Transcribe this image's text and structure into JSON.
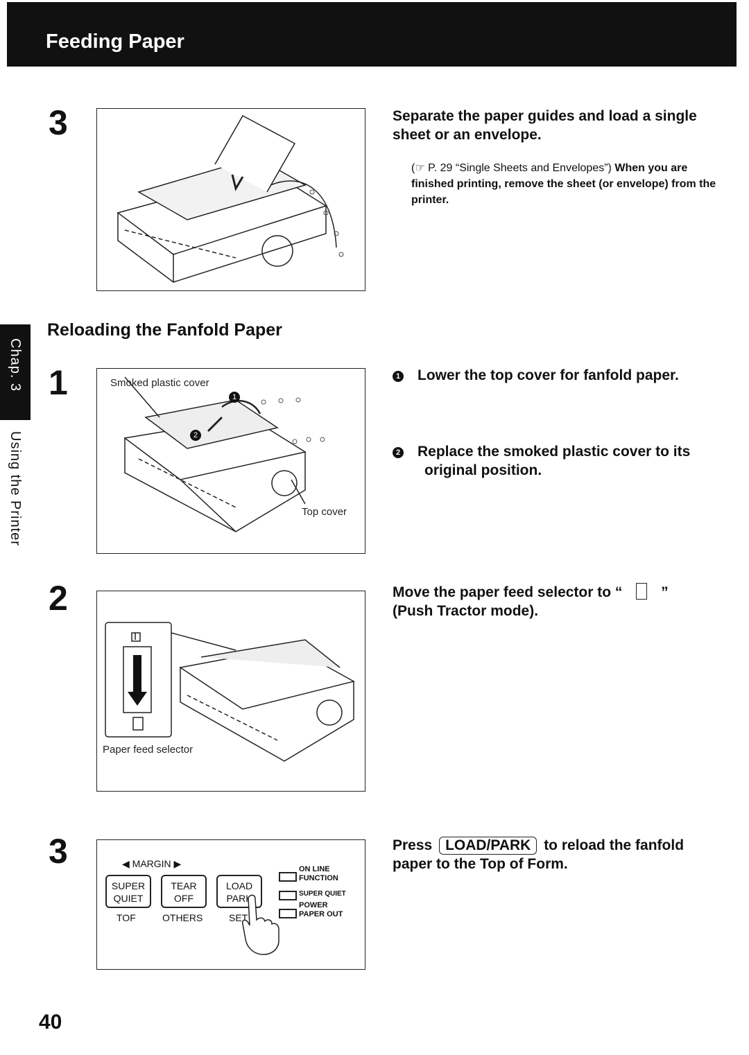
{
  "header": {
    "title": "Feeding Paper"
  },
  "side_tab": {
    "chapter": "Chap. 3",
    "section": "Using the Printer"
  },
  "top_step": {
    "number": "3",
    "instruction": "Separate the paper guides and load a single sheet or an envelope.",
    "reference": "(☞ P. 29 “Single Sheets and Envelopes”)",
    "note": "When you are finished printing, remove the sheet (or envelope) from the printer."
  },
  "reload_section": {
    "title": "Reloading the Fanfold Paper",
    "step1": {
      "number": "1",
      "fig_label_left": "Smoked plastic cover",
      "fig_label_right": "Top cover",
      "marker1": "1",
      "marker2": "2",
      "item1": "Lower the top cover for fanfold paper.",
      "item2_line1": "Replace the smoked plastic cover to its",
      "item2_line2": "original position."
    },
    "step2": {
      "number": "2",
      "fig_label": "Paper feed selector",
      "instruction_part1": "Move the paper feed selector to “",
      "instruction_part2": "”",
      "instruction_line2": "(Push Tractor mode)."
    },
    "step3": {
      "number": "3",
      "instruction_press": "Press",
      "key_label": "LOAD/PARK",
      "instruction_rest": "to reload the fanfold",
      "instruction_line2": "paper to the Top of Form.",
      "panel": {
        "margin_label": "◀ MARGIN ▶",
        "btn1_top": "SUPER",
        "btn1_bottom": "QUIET",
        "btn2_top": "TEAR",
        "btn2_bottom": "OFF",
        "btn3_top": "LOAD",
        "btn3_bottom": "PARK",
        "below1": "TOF",
        "below2": "OTHERS",
        "below3": "SET",
        "led1_top": "ON LINE",
        "led1_bottom": "FUNCTION",
        "led2": "SUPER QUIET",
        "led3_top": "POWER",
        "led3_bottom": "PAPER OUT"
      }
    }
  },
  "page_number": "40"
}
